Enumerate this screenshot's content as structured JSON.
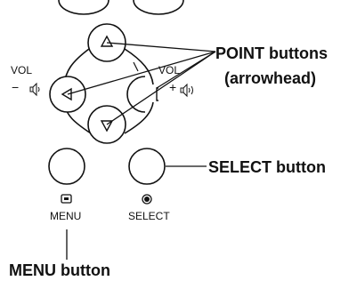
{
  "remote": {
    "vol_minus_label": "VOL",
    "vol_minus_sign": "−",
    "vol_plus_label": "VOL",
    "vol_plus_sign": "+",
    "menu_label": "MENU",
    "select_label": "SELECT"
  },
  "callouts": {
    "point_buttons_line1": "POINT buttons",
    "point_buttons_line2": "(arrowhead)",
    "select_button": "SELECT button",
    "menu_button": "MENU button"
  },
  "icons": {
    "up": "arrow-up-icon",
    "down": "arrow-down-icon",
    "left": "arrow-left-icon",
    "right": "arrow-right-icon",
    "menu": "menu-square-icon",
    "select": "select-dot-icon",
    "speaker": "speaker-icon"
  }
}
